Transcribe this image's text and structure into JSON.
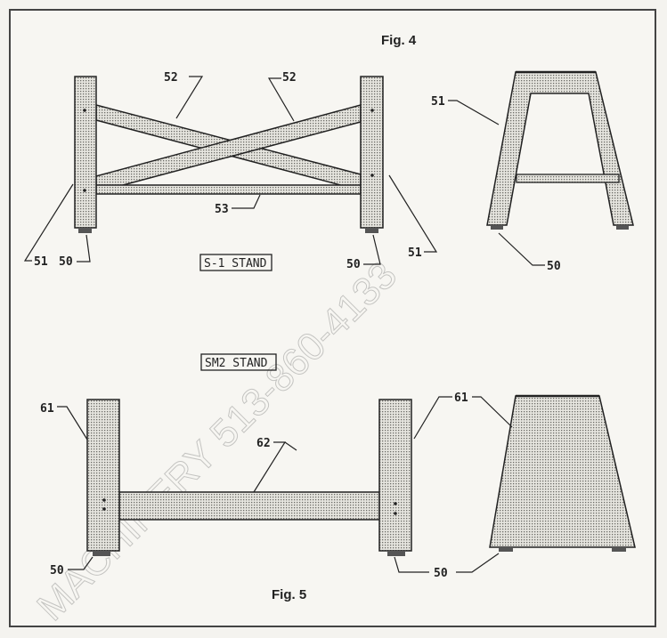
{
  "figures": {
    "fig4_title": "Fig. 4",
    "fig5_title": "Fig. 5"
  },
  "stand_names": {
    "s1": "S-1 STAND",
    "sm2": "SM2 STAND"
  },
  "callouts": {
    "c51_left": "51",
    "c50_left": "50",
    "c52_a": "52",
    "c52_b": "52",
    "c53": "53",
    "c50_mid": "50",
    "c51_mid": "51",
    "c51_side": "51",
    "c50_side": "50",
    "c61_left": "61",
    "c62": "62",
    "c61_right": "61",
    "c50_bottom_left": "50",
    "c50_bottom_right": "50"
  },
  "watermark": "MACHINERY 513-860-4133",
  "colors": {
    "ink": "#222222",
    "fill": "#bdbdb6",
    "foot": "#555555"
  }
}
